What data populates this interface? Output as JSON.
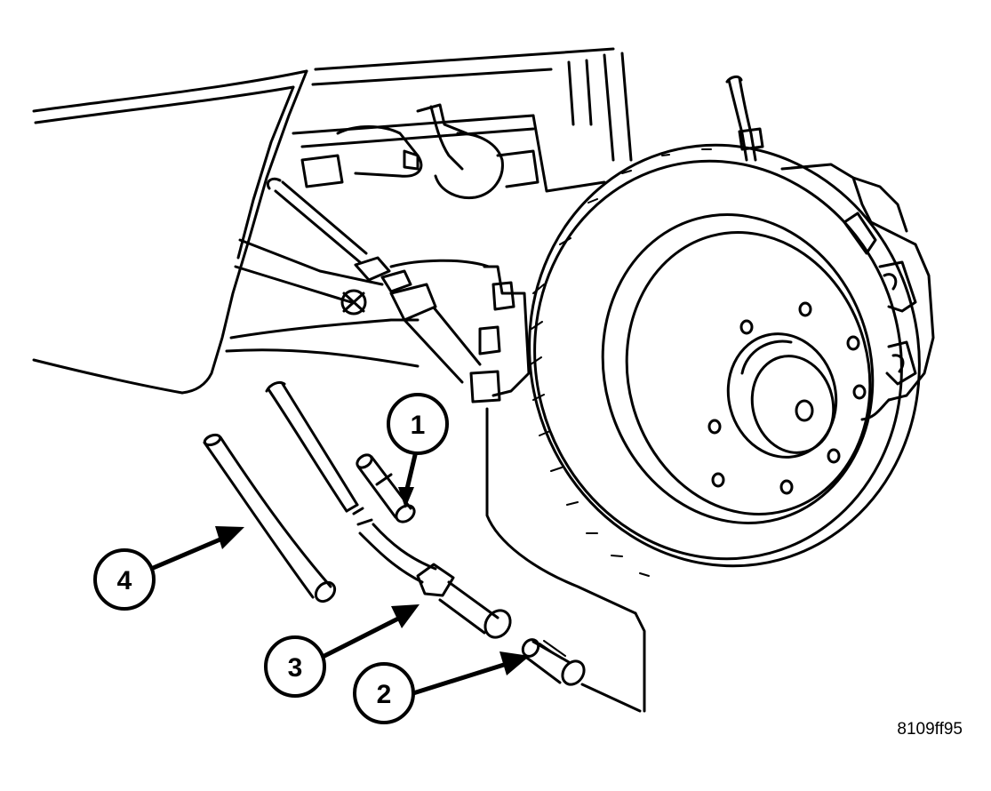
{
  "figure": {
    "reference_code": "8109ff95",
    "line_color": "#000000",
    "background_color": "#ffffff"
  },
  "callouts": [
    {
      "number": "1",
      "target": "pin"
    },
    {
      "number": "2",
      "target": "sleeve"
    },
    {
      "number": "3",
      "target": "hose-with-fitting"
    },
    {
      "number": "4",
      "target": "hose"
    }
  ]
}
